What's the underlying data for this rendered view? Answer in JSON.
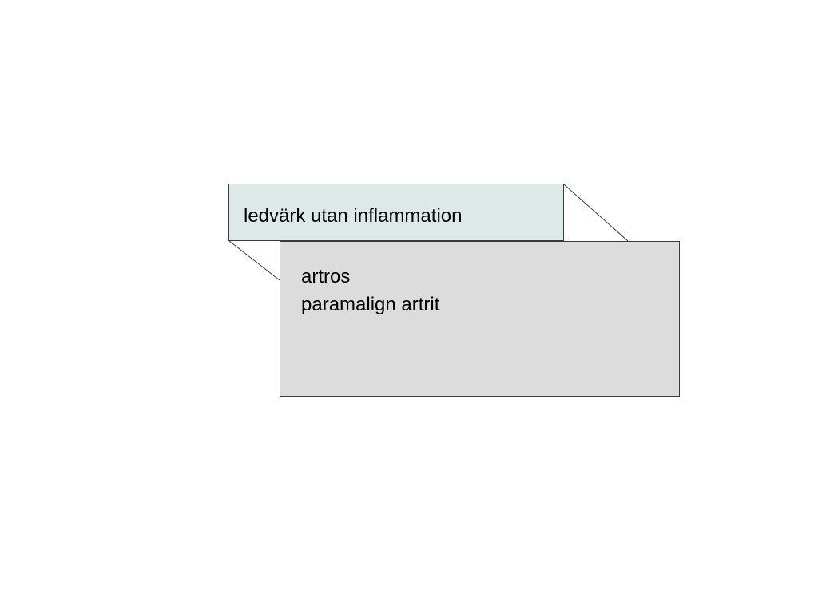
{
  "diagram": {
    "top_box": {
      "label": "ledvärk utan inflammation",
      "fill": "#dde8e8"
    },
    "bottom_box": {
      "lines": [
        "artros",
        "paramalign artrit"
      ],
      "fill": "#dcdcdc"
    },
    "stroke_color": "#3a3a3a"
  }
}
